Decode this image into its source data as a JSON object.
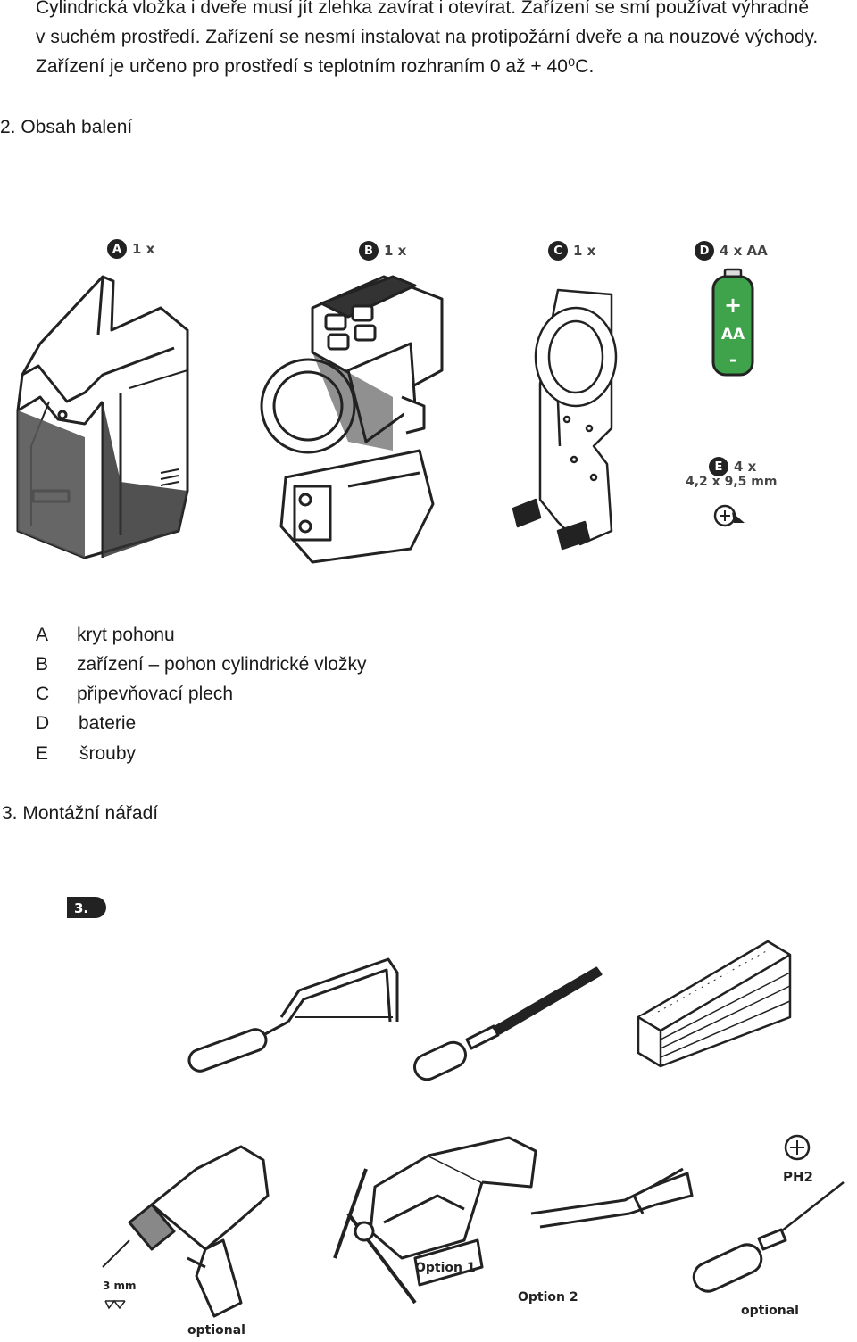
{
  "intro": {
    "line1": "Cylindrická vložka i dveře musí jít zlehka zavírat i otevírat. Zařízení se smí používat výhradně",
    "line2": "v suchém prostředí. Zařízení se nesmí instalovat na protipožární dveře a na nouzové východy.",
    "line3": "Zařízení je určeno pro prostředí s teplotním rozhraním 0 až + 40⁰C."
  },
  "section2": {
    "title": "2. Obsah balení"
  },
  "package_badges": [
    {
      "letter": "A",
      "qty": "1 x"
    },
    {
      "letter": "B",
      "qty": "1 x"
    },
    {
      "letter": "C",
      "qty": "1 x"
    },
    {
      "letter": "D",
      "qty": "4 x AA"
    },
    {
      "letter": "E",
      "qty": "4 x",
      "size": "4,2 x 9,5 mm"
    }
  ],
  "battery_marks": {
    "plus": "+",
    "aa": "AA",
    "minus": "-"
  },
  "legend": [
    {
      "letter": "A",
      "text": "kryt pohonu"
    },
    {
      "letter": "B",
      "text": "zařízení – pohon  cylindrické vložky"
    },
    {
      "letter": "C",
      "text": "připevňovací plech"
    },
    {
      "letter": "D",
      "text": "baterie"
    },
    {
      "letter": "E",
      "text": "šrouby"
    }
  ],
  "section3": {
    "title": "3.  Montážní nářadí",
    "badge": "3."
  },
  "tool_labels": {
    "drill_size": "3 mm",
    "drill_optional": "optional",
    "vice_option": "Option 1",
    "pliers_option": "Option 2",
    "screwdriver_type": "PH2",
    "screwdriver_optional": "optional"
  }
}
